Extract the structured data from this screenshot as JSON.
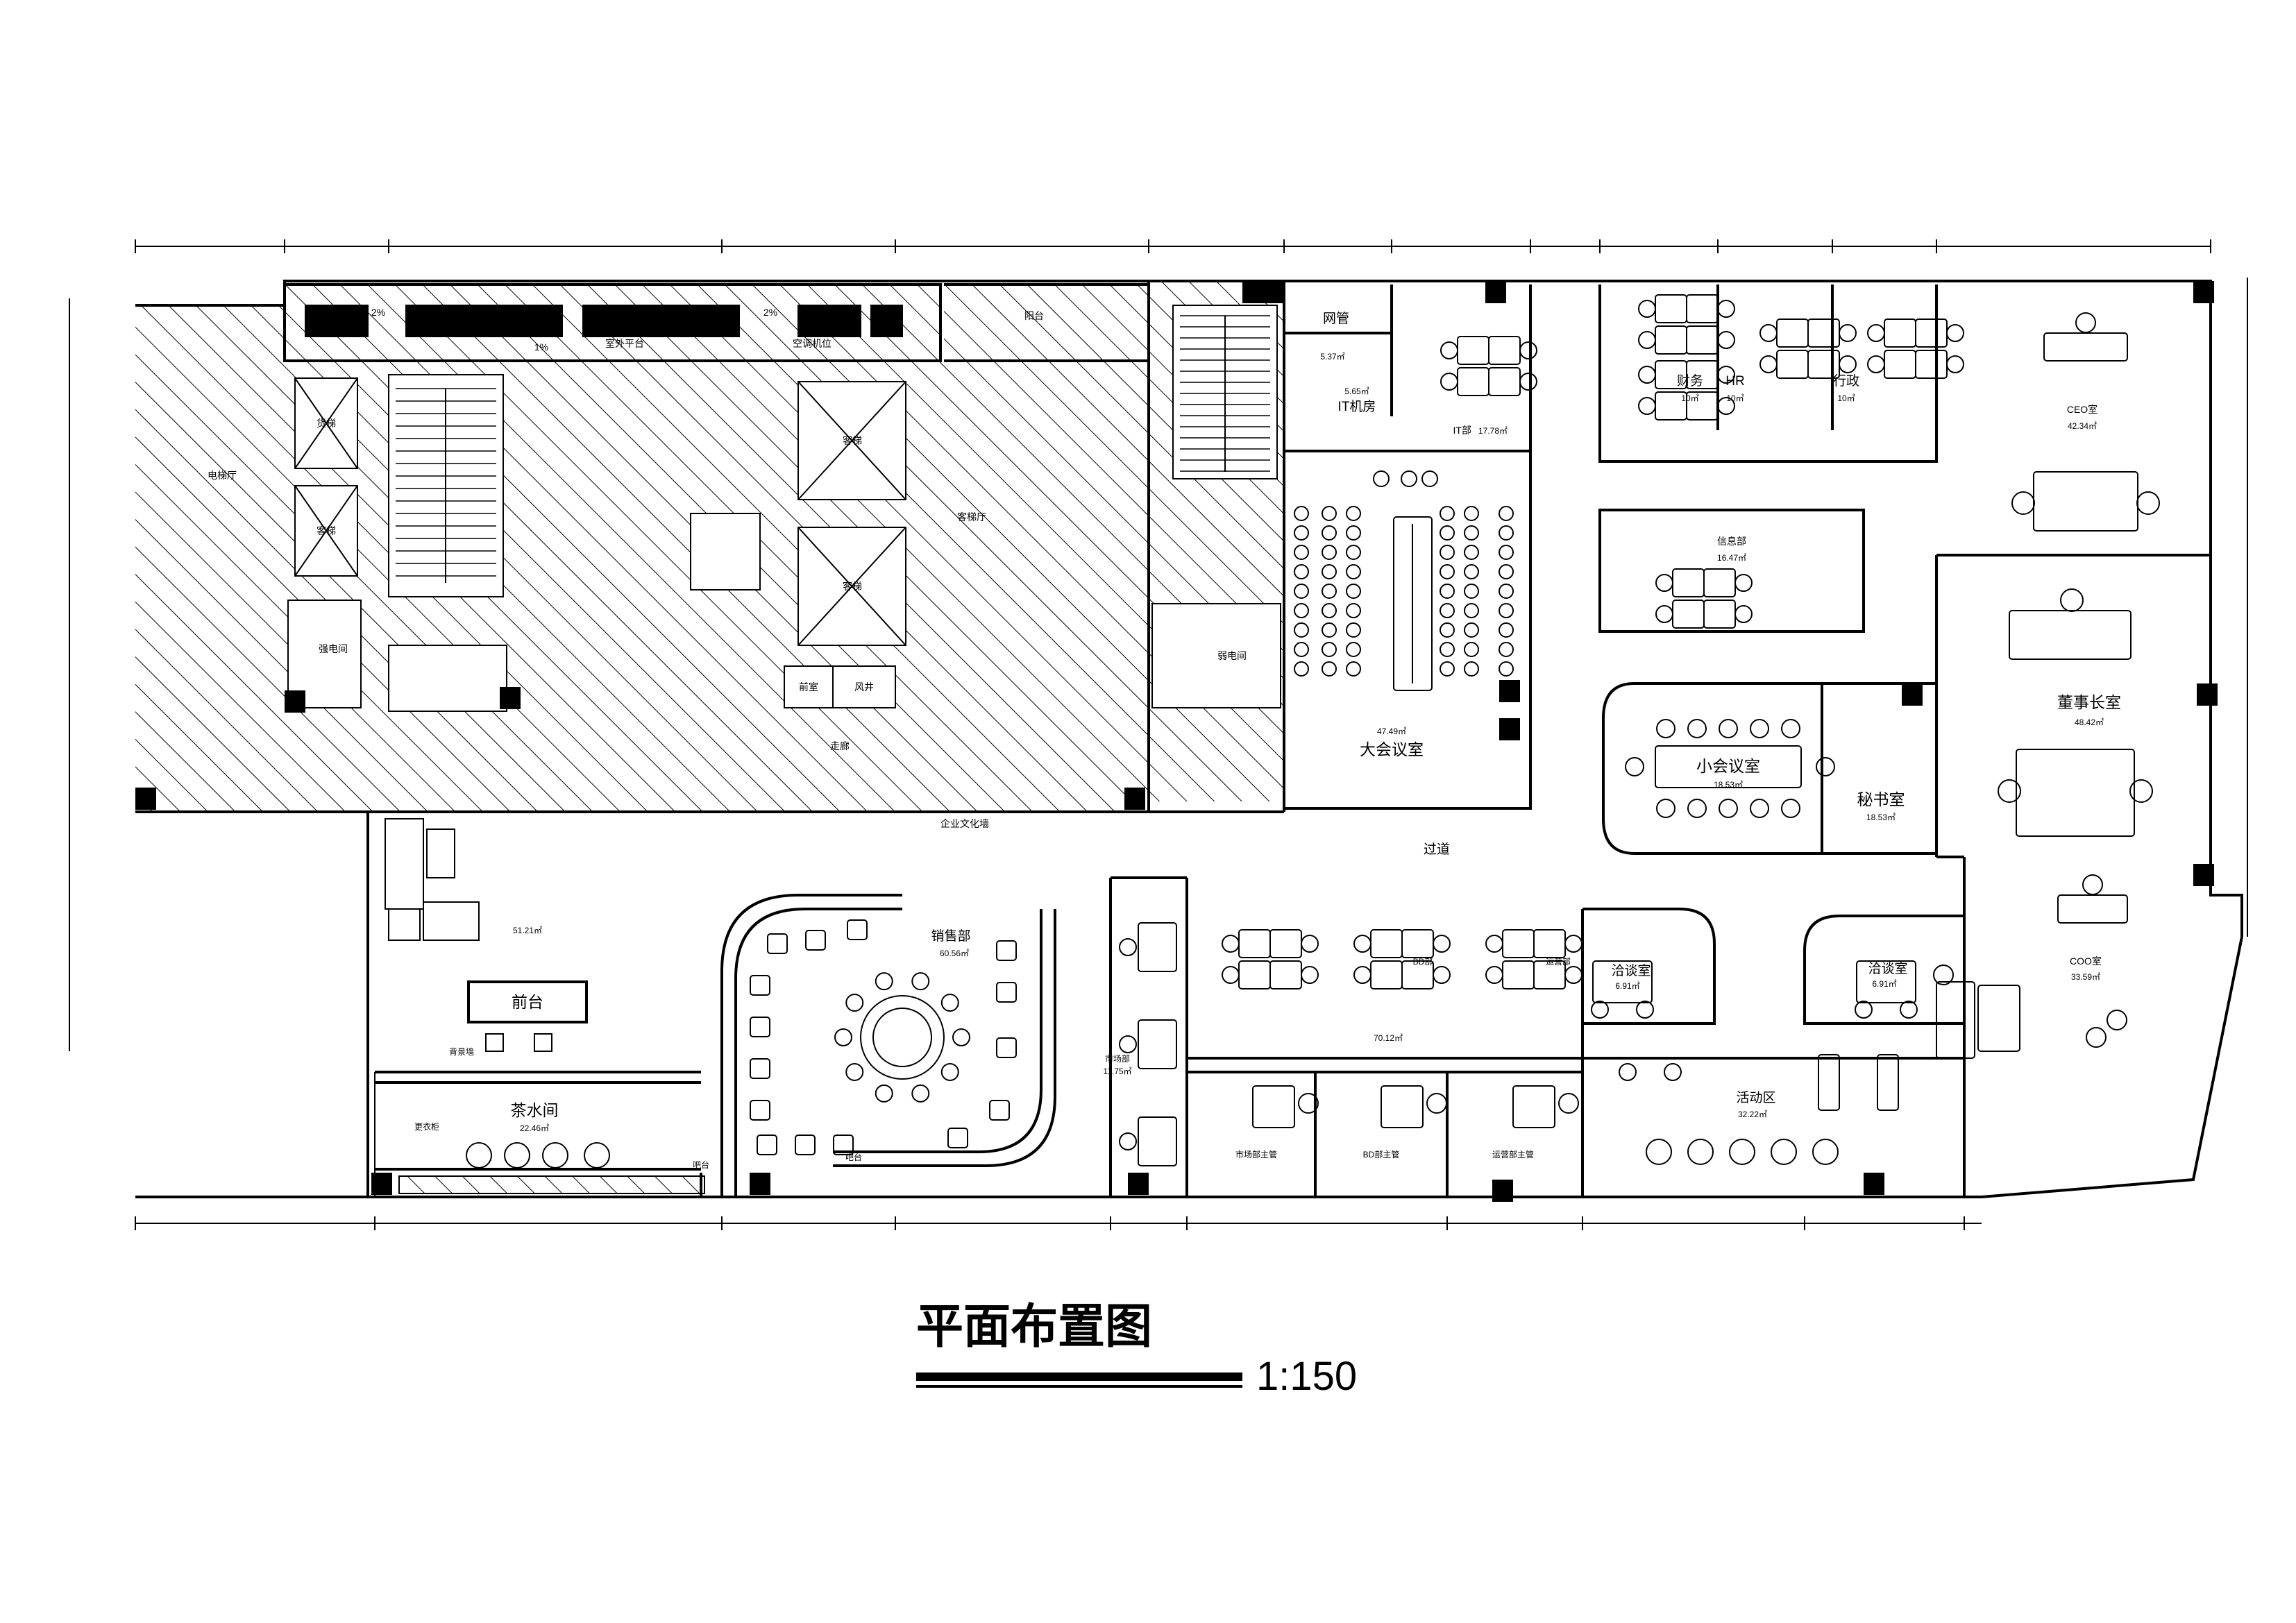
{
  "drawing": {
    "title": "平面布置图",
    "scale": "1:150"
  },
  "labels": {
    "elevator_hall_left": "电梯厅",
    "elevator_hall_right": "客梯厅",
    "corridor": "走廊",
    "culture_wall": "企业文化墙",
    "outdoor_platform": "室外平台",
    "ac_platform": "空调机位",
    "balcony": "阳台",
    "slope_1": "1%",
    "slope_2": "2%",
    "slope_3": "2%",
    "lift_1": "货梯",
    "lift_2": "客梯",
    "lift_3": "客梯",
    "lift_4": "客梯",
    "utility_left": "强电间",
    "utility_right": "弱电间",
    "smoke_room": "前室",
    "air_shaft": "风井",
    "passage": "过道",
    "activity_zone": "活动区",
    "reception_desk": "前台",
    "backdrop_wall": "背景墙",
    "cloak": "更衣柜",
    "bar_counter_1": "吧台",
    "bar_counter_2": "吧台"
  },
  "rooms": {
    "network": {
      "name": "网管",
      "area": "5.37㎡"
    },
    "it_server": {
      "name": "IT机房",
      "area": "5.65㎡"
    },
    "it_dept": {
      "name": "IT部",
      "area": "17.78㎡"
    },
    "finance": {
      "name": "财务",
      "area": "10㎡"
    },
    "hr": {
      "name": "HR",
      "area": "10㎡"
    },
    "admin": {
      "name": "行政",
      "area": "10㎡"
    },
    "ceo": {
      "name": "CEO室",
      "area": "42.34㎡"
    },
    "info_dept": {
      "name": "信息部",
      "area": "16.47㎡"
    },
    "chairman": {
      "name": "董事长室",
      "area": "48.42㎡"
    },
    "big_meeting": {
      "name": "大会议室",
      "area": "47.49㎡"
    },
    "small_meeting": {
      "name": "小会议室",
      "area": "18.53㎡"
    },
    "secretary": {
      "name": "秘书室",
      "area": "18.53㎡"
    },
    "coo": {
      "name": "COO室",
      "area": "33.59㎡"
    },
    "reception": {
      "name": "",
      "area": "51.21㎡"
    },
    "tea_room": {
      "name": "茶水间",
      "area": "22.46㎡"
    },
    "sales": {
      "name": "销售部",
      "area": "60.56㎡"
    },
    "market_dept": {
      "name": "市场部",
      "area": "11.75㎡"
    },
    "open_office": {
      "name": "",
      "area": "70.12㎡"
    },
    "bd_dept": {
      "name": "BD部",
      "area": ""
    },
    "ops_dept": {
      "name": "运营部",
      "area": ""
    },
    "nego_1": {
      "name": "洽谈室",
      "area": "6.91㎡"
    },
    "nego_2": {
      "name": "洽谈室",
      "area": "6.91㎡"
    },
    "activity": {
      "name": "",
      "area": "32.22㎡"
    },
    "market_mgr": {
      "name": "市场部主管",
      "area": ""
    },
    "bd_mgr": {
      "name": "BD部主管",
      "area": ""
    },
    "ops_mgr": {
      "name": "运营部主管",
      "area": ""
    }
  }
}
